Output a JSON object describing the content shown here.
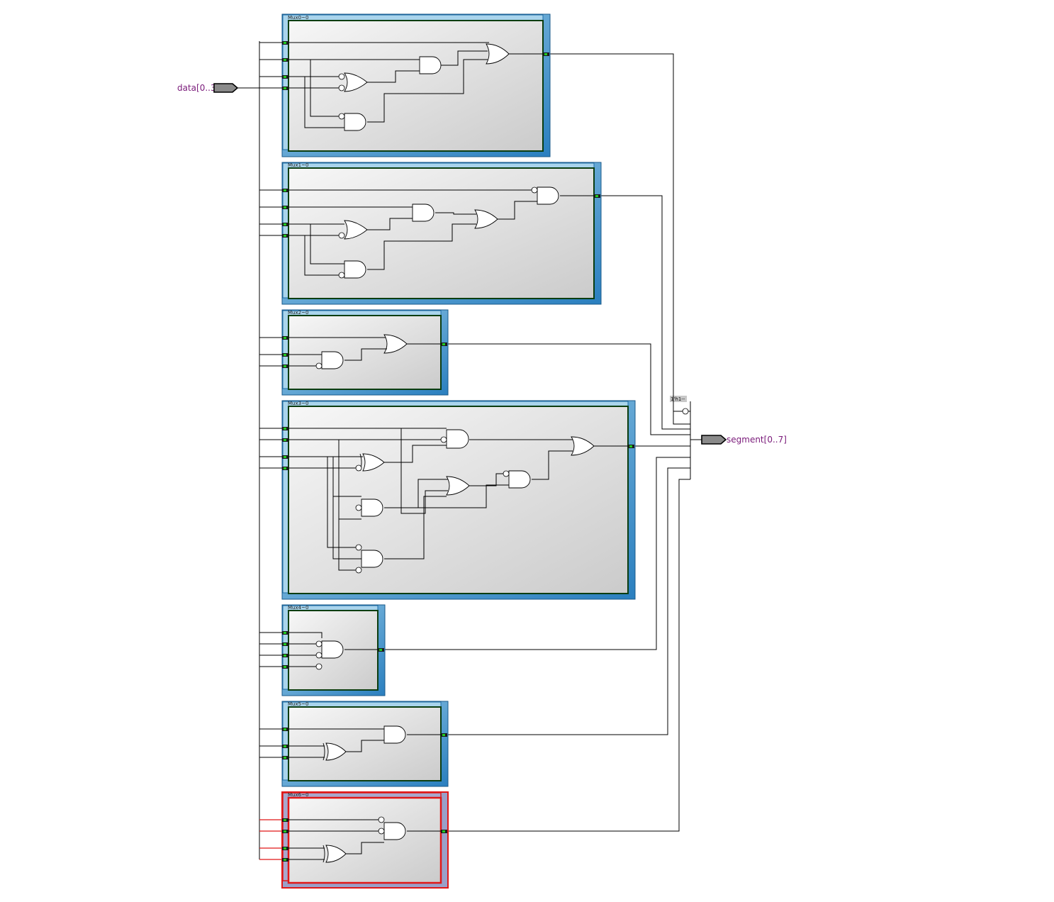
{
  "ports": {
    "input": {
      "name": "data[0..3]"
    },
    "output": {
      "name": "segment[0..7]"
    }
  },
  "constant": {
    "label": "1'h1--"
  },
  "blocks": [
    {
      "id": "Mux0~0",
      "selected": false
    },
    {
      "id": "Mux1~0",
      "selected": false
    },
    {
      "id": "Mux2~0",
      "selected": false
    },
    {
      "id": "Mux3~0",
      "selected": false
    },
    {
      "id": "Mux4~0",
      "selected": false
    },
    {
      "id": "Mux5~0",
      "selected": false
    },
    {
      "id": "Mux6~0",
      "selected": true
    }
  ],
  "colors": {
    "block_border": "#1e6ea8",
    "block_frame": "#8cc3e0",
    "block_inner_light": "#f6f6f6",
    "block_inner_dark": "#cfcfcf",
    "selected": "#e01818",
    "port_fill": "#888888",
    "label_color": "#7a1a7a"
  }
}
